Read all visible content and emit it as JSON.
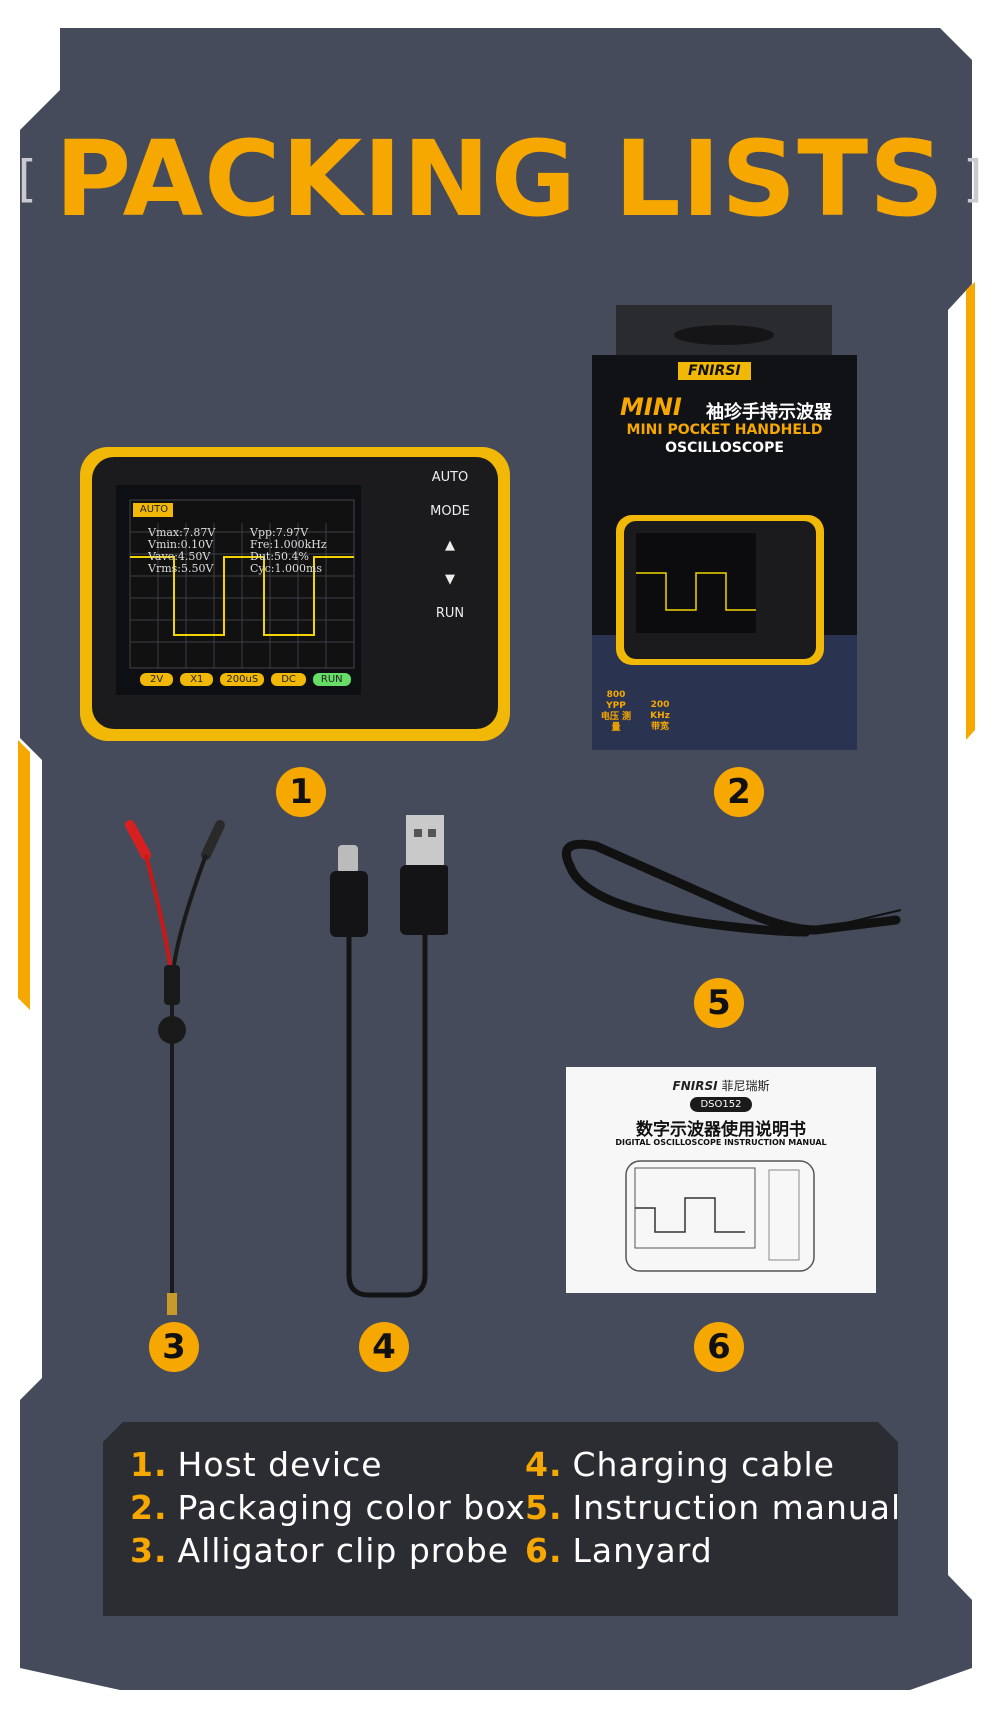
{
  "title": {
    "bracket_left": "[",
    "text": "PACKING LISTS",
    "bracket_right": "]"
  },
  "device": {
    "screen": {
      "mode_tag": "AUTO",
      "readings_left": [
        "Vmax:7.87V",
        "Vmin:0.10V",
        "Vave:4.50V",
        "Vrms:5.50V"
      ],
      "readings_right": [
        "Vpp:7.97V",
        "Fre:1.000kHz",
        "Dut:50.4%",
        "Cyc:1.000ms"
      ],
      "bottom_bar": [
        "2V",
        "X1",
        "200uS",
        "DC",
        "RUN"
      ]
    },
    "side_buttons": [
      "AUTO",
      "MODE",
      "▲",
      "▼",
      "RUN"
    ]
  },
  "box": {
    "brand": "FNIRSI",
    "model_word": "MINI",
    "cn_title": "袖珍手持示波器",
    "subtitle_line1": "MINI POCKET HANDHELD",
    "subtitle_line2": "OSCILLOSCOPE",
    "badge_left_top": "800 YPP",
    "badge_left_bottom": "电压 测量",
    "badge_right_top": "200 KHz",
    "badge_right_bottom": "带宽"
  },
  "manual": {
    "brand": "FNIRSI",
    "brand_cn": "菲尼瑞斯",
    "model": "DSO152",
    "cn_title": "数字示波器使用说明书",
    "en_title": "DIGITAL OSCILLOSCOPE INSTRUCTION MANUAL"
  },
  "badges": [
    "1",
    "2",
    "3",
    "4",
    "5",
    "6"
  ],
  "legend": [
    {
      "num": "1.",
      "label": "Host device"
    },
    {
      "num": "2.",
      "label": "Packaging color box"
    },
    {
      "num": "3.",
      "label": "Alligator clip probe"
    },
    {
      "num": "4.",
      "label": "Charging cable"
    },
    {
      "num": "5.",
      "label": "Instruction manual"
    },
    {
      "num": "6.",
      "label": "Lanyard"
    }
  ],
  "colors": {
    "accent": "#f6a800",
    "panel": "#464c5c",
    "legend_panel": "#2b2d33",
    "device_yellow": "#f2b807"
  }
}
